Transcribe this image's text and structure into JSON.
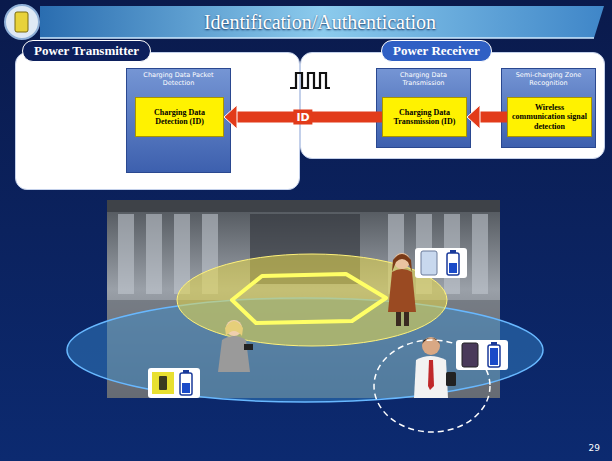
{
  "diagram": {
    "title": "Identification/Authentication",
    "nodes": [
      {
        "text": [
          "Power Transmitter"
        ]
      },
      {
        "text": [
          "Charging Data Packet Detection"
        ],
        "in": 0
      },
      {
        "text": [
          "Charging Data Detection (ID)"
        ],
        "in": 1
      },
      {
        "text": [
          "Power Receiver"
        ]
      },
      {
        "text": [
          "Charging Data Transmission"
        ],
        "in": 3
      },
      {
        "text": [
          "Charging Data Transmission (ID)"
        ],
        "in": 4
      },
      {
        "text": [
          "Semi-charging Zone Recognition"
        ],
        "in": 3
      },
      {
        "text": [
          "Wireless communication signal detection"
        ],
        "in": 6
      }
    ],
    "edges": [
      {
        "from": 7,
        "to": 5,
        "arrow": "to"
      },
      {
        "from": 5,
        "to": 2,
        "label": "ID",
        "arrow": "to"
      }
    ],
    "labels": [
      "29"
    ]
  }
}
